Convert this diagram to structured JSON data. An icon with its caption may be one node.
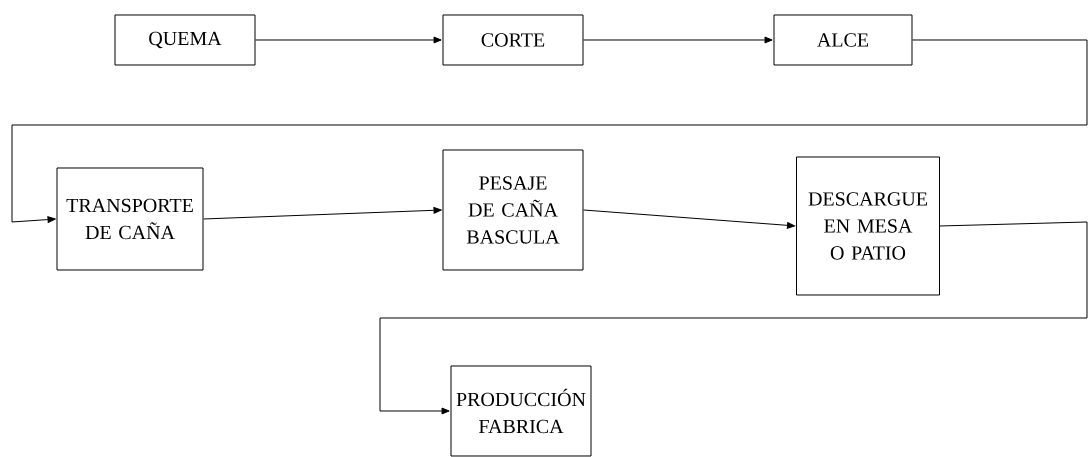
{
  "diagram": {
    "nodes": [
      {
        "text": [
          "QUEMA"
        ]
      },
      {
        "text": [
          "CORTE"
        ]
      },
      {
        "text": [
          "ALCE"
        ]
      },
      {
        "text": [
          "TRANSPORTE DE CAÑA"
        ]
      },
      {
        "text": [
          "PESAJE DE CAÑA BASCULA"
        ]
      },
      {
        "text": [
          "DESCARGUE EN MESA O PATIO"
        ]
      },
      {
        "text": [
          "PRODUCCIÓN FABRICA"
        ]
      }
    ],
    "edges": [
      {
        "from": 0,
        "to": 1,
        "arrow": "to"
      },
      {
        "from": 1,
        "to": 2,
        "arrow": "to"
      },
      {
        "from": 2,
        "to": 3,
        "arrow": "to"
      },
      {
        "from": 3,
        "to": 4,
        "arrow": "to"
      },
      {
        "from": 4,
        "to": 5,
        "arrow": "to"
      },
      {
        "from": 5,
        "to": 6,
        "arrow": "to"
      }
    ]
  }
}
